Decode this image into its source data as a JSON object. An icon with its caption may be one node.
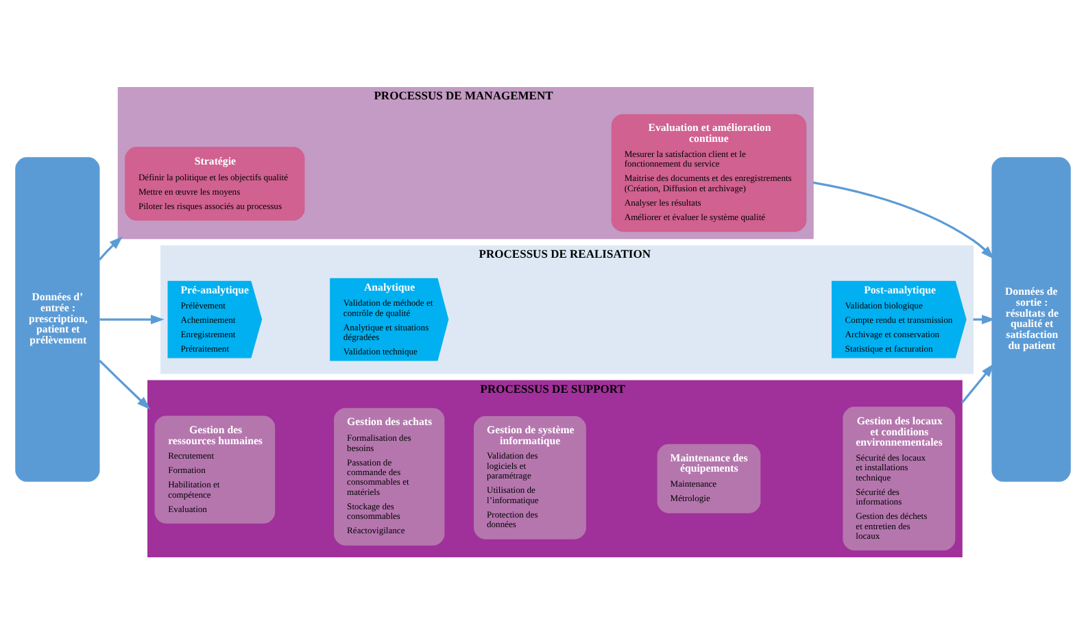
{
  "diagram": {
    "nodes": [
      {
        "text": [
          "Données d’ entrée : prescription, patient et prélèvement"
        ]
      },
      {
        "text": [
          "PROCESSUS DE MANAGEMENT"
        ]
      },
      {
        "text": [
          "Stratégie",
          "Définir la politique et les objectifs qualité",
          "Mettre en œuvre les moyens",
          "Piloter les risques associés au processus"
        ],
        "in": 1
      },
      {
        "text": [
          "Evaluation et amélioration continue",
          "Mesurer la satisfaction client et le fonctionnement du service",
          "Maitrise des documents et des enregistrements (Création, Diffusion et archivage)",
          "Analyser les résultats",
          "Améliorer et évaluer le système qualité"
        ],
        "in": 1
      },
      {
        "text": [
          "PROCESSUS DE REALISATION"
        ]
      },
      {
        "text": [
          "Pré-analytique",
          "Prélèvement",
          "Acheminement",
          "Enregistrement",
          "Prétraitement"
        ],
        "in": 4
      },
      {
        "text": [
          "Analytique",
          "Validation de méthode et contrôle de qualité",
          "Analytique et situations dégradées",
          "Validation technique"
        ],
        "in": 4
      },
      {
        "text": [
          "Post-analytique",
          "Validation biologique",
          "Compte rendu et transmission",
          "Archivage et conservation",
          "Statistique et facturation"
        ],
        "in": 4
      },
      {
        "text": [
          "PROCESSUS DE SUPPORT"
        ]
      },
      {
        "text": [
          "Gestion des ressources humaines",
          "Recrutement",
          "Formation",
          "Habilitation et compétence",
          "Evaluation"
        ],
        "in": 8
      },
      {
        "text": [
          "Gestion des achats",
          "Formalisation des besoins",
          "Passation de commande des consommables et matériels",
          "Stockage des consommables",
          "Réactovigilance"
        ],
        "in": 8
      },
      {
        "text": [
          "Gestion de système informatique",
          "Validation des logiciels et paramétrage",
          "Utilisation de l’informatique",
          "Protection des données"
        ],
        "in": 8
      },
      {
        "text": [
          "Maintenance des équipements",
          "Maintenance",
          "Métrologie"
        ],
        "in": 8
      },
      {
        "text": [
          "Gestion des locaux et conditions environnementales",
          "Sécurité des locaux et installations technique",
          "Sécurité des informations",
          "Gestion des déchets et entretien des locaux"
        ],
        "in": 8
      },
      {
        "text": [
          "Données de sortie : résultats de qualité et satisfaction du patient"
        ]
      }
    ],
    "edges": [
      {
        "from": 0,
        "to": 1,
        "arrow": "to"
      },
      {
        "from": 0,
        "to": 4,
        "arrow": "to"
      },
      {
        "from": 0,
        "to": 8,
        "arrow": "to"
      },
      {
        "from": 1,
        "to": 14,
        "arrow": "to"
      },
      {
        "from": 4,
        "to": 14,
        "arrow": "to"
      },
      {
        "from": 8,
        "to": 14,
        "arrow": "to"
      }
    ]
  }
}
